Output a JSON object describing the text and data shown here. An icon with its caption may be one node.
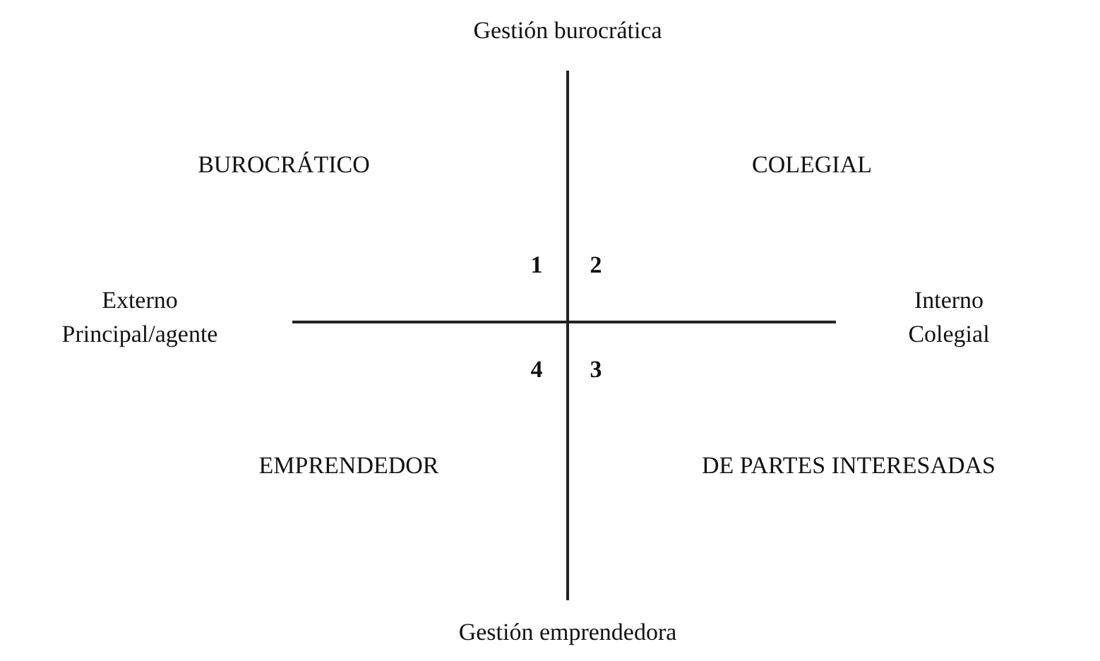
{
  "diagram": {
    "labels": [
      "Gestión burocrática",
      "BUROCRÁTICO",
      "COLEGIAL",
      "1",
      "2",
      "Externo Principal/agente",
      "Interno Colegial",
      "4",
      "3",
      "EMPRENDEDOR",
      "DE PARTES INTERESADAS",
      "Gestión emprendedora"
    ]
  }
}
